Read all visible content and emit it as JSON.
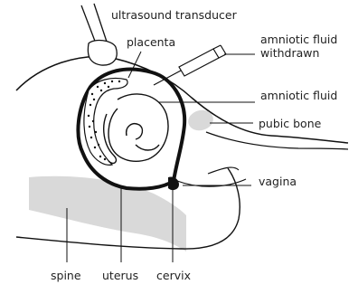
{
  "labels": {
    "transducer": "ultrasound transducer",
    "placenta": "placenta",
    "fluid_withdrawn_1": "amniotic fluid",
    "fluid_withdrawn_2": "withdrawn",
    "amniotic_fluid": "amniotic fluid",
    "pubic_bone": "pubic bone",
    "vagina": "vagina",
    "spine": "spine",
    "uterus": "uterus",
    "cervix": "cervix"
  },
  "colors": {
    "outline": "#111111",
    "bone": "#d9d9d9",
    "fill": "#ffffff"
  }
}
